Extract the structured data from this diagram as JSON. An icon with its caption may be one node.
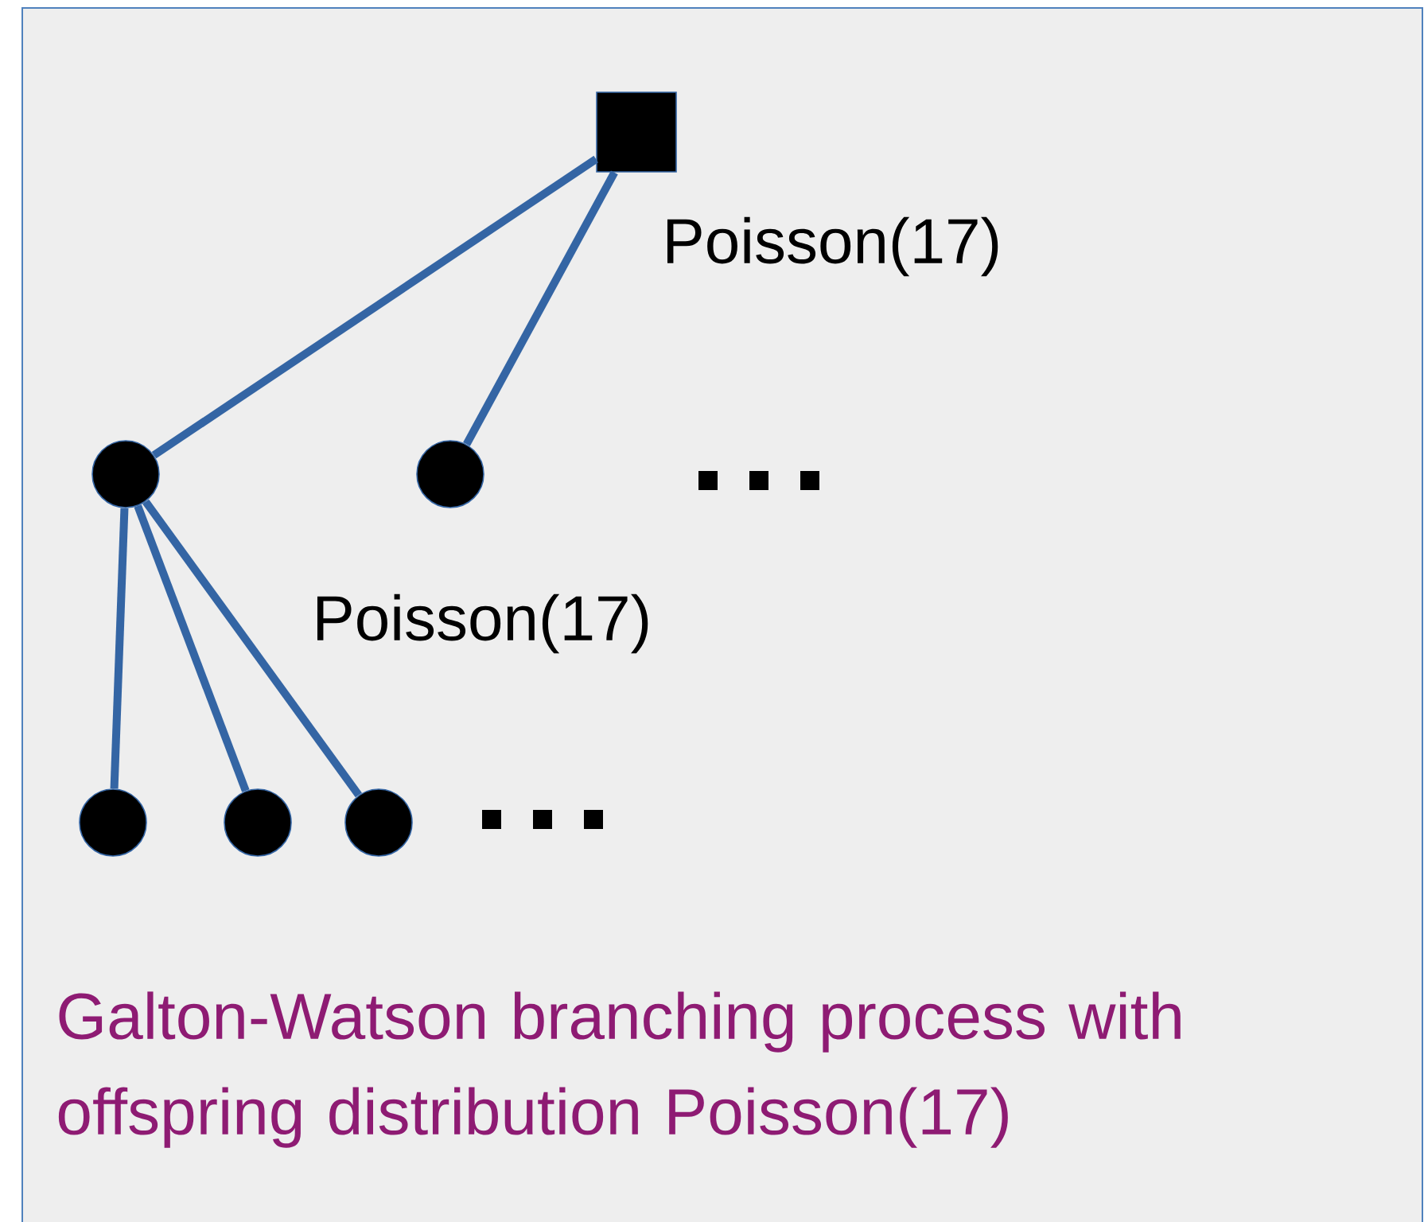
{
  "diagram": {
    "caption": "Galton-Watson branching process with offspring distribution Poisson(17)",
    "nodes": [
      {
        "text": [],
        "shape": "box"
      },
      {
        "text": [],
        "shape": "circle"
      },
      {
        "text": [],
        "shape": "circle"
      },
      {
        "text": [],
        "shape": "circle"
      },
      {
        "text": [],
        "shape": "circle"
      },
      {
        "text": [],
        "shape": "circle"
      }
    ],
    "edges": [
      {
        "from": 0,
        "to": 1,
        "arrow": "none"
      },
      {
        "from": 0,
        "to": 2,
        "arrow": "none"
      },
      {
        "from": 1,
        "to": 3,
        "arrow": "none"
      },
      {
        "from": 1,
        "to": 4,
        "arrow": "none"
      },
      {
        "from": 1,
        "to": 5,
        "arrow": "none"
      }
    ],
    "labels": [
      "Poisson(17)",
      "Poisson(17)"
    ]
  }
}
